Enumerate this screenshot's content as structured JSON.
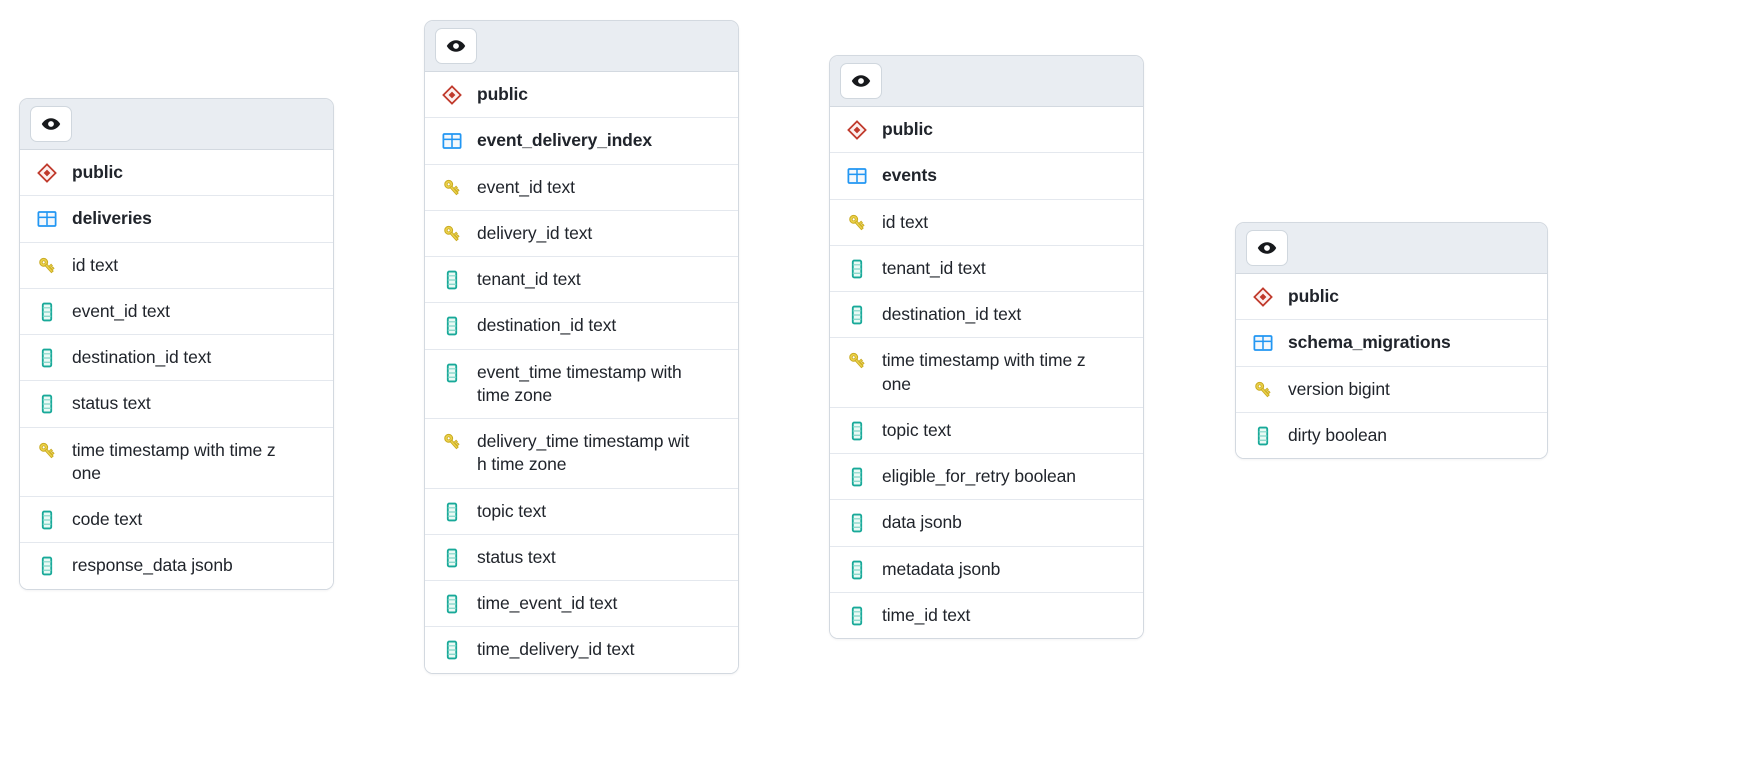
{
  "theme": {
    "page_background": "#ffffff",
    "card_background": "#ffffff",
    "card_border": "#d3d9e0",
    "header_background": "#e9edf2",
    "row_divider": "#e4e8ee",
    "text_color": "#20242b",
    "schema_icon_color": "#c0392b",
    "table_icon_color": "#2196f3",
    "key_icon_color": "#e2c94a",
    "column_icon_color": "#18a999"
  },
  "icons": {
    "eye": "eye-icon",
    "schema": "schema-diamond-icon",
    "table": "table-grid-icon",
    "key": "key-icon",
    "column": "column-icon"
  },
  "cards": [
    {
      "id": "deliveries",
      "name": "deliveries",
      "schema": "public",
      "header_button": "eye-icon",
      "rows": [
        {
          "icon": "schema",
          "label": "public",
          "bold": true
        },
        {
          "icon": "table",
          "label": "deliveries",
          "bold": true
        },
        {
          "icon": "key",
          "label": "id text",
          "bold": false
        },
        {
          "icon": "column",
          "label": "event_id text",
          "bold": false
        },
        {
          "icon": "column",
          "label": "destination_id text",
          "bold": false
        },
        {
          "icon": "column",
          "label": "status text",
          "bold": false
        },
        {
          "icon": "key",
          "label": "time timestamp with time z\none",
          "bold": false
        },
        {
          "icon": "column",
          "label": "code text",
          "bold": false
        },
        {
          "icon": "column",
          "label": "response_data jsonb",
          "bold": false
        }
      ]
    },
    {
      "id": "event_delivery_index",
      "name": "event_delivery_index",
      "schema": "public",
      "header_button": "eye-icon",
      "rows": [
        {
          "icon": "schema",
          "label": "public",
          "bold": true
        },
        {
          "icon": "table",
          "label": "event_delivery_index",
          "bold": true
        },
        {
          "icon": "key",
          "label": "event_id text",
          "bold": false
        },
        {
          "icon": "key",
          "label": "delivery_id text",
          "bold": false
        },
        {
          "icon": "column",
          "label": "tenant_id text",
          "bold": false
        },
        {
          "icon": "column",
          "label": "destination_id text",
          "bold": false
        },
        {
          "icon": "column",
          "label": "event_time timestamp with\ntime zone",
          "bold": false
        },
        {
          "icon": "key",
          "label": "delivery_time timestamp wit\nh time zone",
          "bold": false
        },
        {
          "icon": "column",
          "label": "topic text",
          "bold": false
        },
        {
          "icon": "column",
          "label": "status text",
          "bold": false
        },
        {
          "icon": "column",
          "label": "time_event_id text",
          "bold": false
        },
        {
          "icon": "column",
          "label": "time_delivery_id text",
          "bold": false
        }
      ]
    },
    {
      "id": "events",
      "name": "events",
      "schema": "public",
      "header_button": "eye-icon",
      "rows": [
        {
          "icon": "schema",
          "label": "public",
          "bold": true
        },
        {
          "icon": "table",
          "label": "events",
          "bold": true
        },
        {
          "icon": "key",
          "label": "id text",
          "bold": false
        },
        {
          "icon": "column",
          "label": "tenant_id text",
          "bold": false
        },
        {
          "icon": "column",
          "label": "destination_id text",
          "bold": false
        },
        {
          "icon": "key",
          "label": "time timestamp with time z\none",
          "bold": false
        },
        {
          "icon": "column",
          "label": "topic text",
          "bold": false
        },
        {
          "icon": "column",
          "label": "eligible_for_retry boolean",
          "bold": false
        },
        {
          "icon": "column",
          "label": "data jsonb",
          "bold": false
        },
        {
          "icon": "column",
          "label": "metadata jsonb",
          "bold": false
        },
        {
          "icon": "column",
          "label": "time_id text",
          "bold": false
        }
      ]
    },
    {
      "id": "schema_migrations",
      "name": "schema_migrations",
      "schema": "public",
      "header_button": "eye-icon",
      "rows": [
        {
          "icon": "schema",
          "label": "public",
          "bold": true
        },
        {
          "icon": "table",
          "label": "schema_migrations",
          "bold": true
        },
        {
          "icon": "key",
          "label": "version bigint",
          "bold": false
        },
        {
          "icon": "column",
          "label": "dirty boolean",
          "bold": false
        }
      ]
    }
  ]
}
